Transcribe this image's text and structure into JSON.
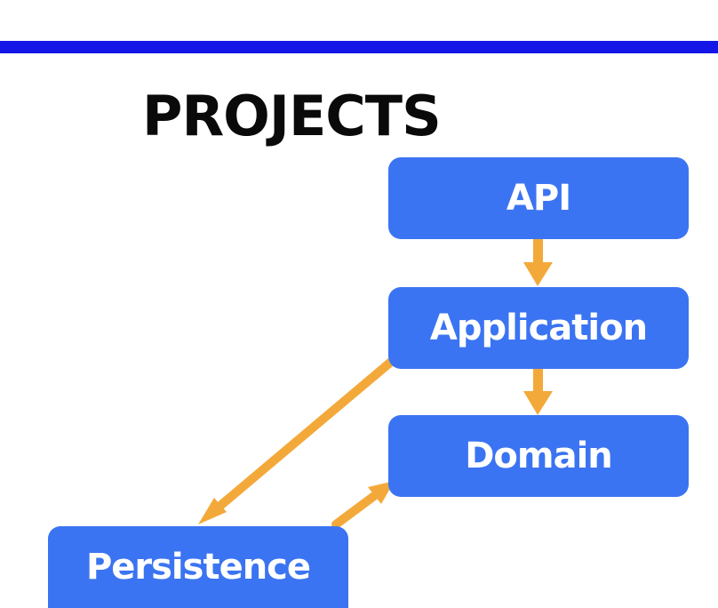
{
  "title": "PROJECTS",
  "colors": {
    "accent_rule": "#1316e6",
    "node_fill": "#3b74f2",
    "node_text": "#ffffff",
    "edge": "#f3a93a",
    "title_text": "#0a0a0a"
  },
  "nodes": {
    "api": "API",
    "application": "Application",
    "domain": "Domain",
    "persistence": "Persistence"
  },
  "edges": [
    {
      "from": "API",
      "to": "Application",
      "direction": "forward"
    },
    {
      "from": "Application",
      "to": "Domain",
      "direction": "forward"
    },
    {
      "from": "Application",
      "to": "Persistence",
      "direction": "forward"
    },
    {
      "from": "Persistence",
      "to": "Domain",
      "direction": "forward"
    }
  ]
}
